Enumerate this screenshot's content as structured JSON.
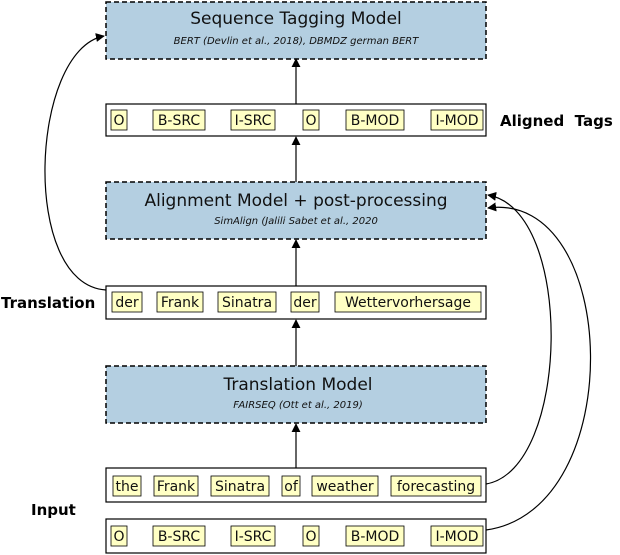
{
  "models": {
    "tagging": {
      "title": "Sequence Tagging Model",
      "subtitle": "BERT (Devlin et al., 2018),  DBMDZ german BERT"
    },
    "alignment": {
      "title": "Alignment Model + post-processing",
      "subtitle": "SimAlign (Jalili Sabet et al., 2020"
    },
    "translation": {
      "title": "Translation Model",
      "subtitle": "FAIRSEQ (Ott et al., 2019)"
    }
  },
  "rows": {
    "aligned_tags": [
      "O",
      "B-SRC",
      "I-SRC",
      "O",
      "B-MOD",
      "I-MOD"
    ],
    "translation": [
      "der",
      "Frank",
      "Sinatra",
      "der",
      "Wettervorhersage"
    ],
    "input_tokens": [
      "the",
      "Frank",
      "Sinatra",
      "of",
      "weather",
      "forecasting"
    ],
    "input_tags": [
      "O",
      "B-SRC",
      "I-SRC",
      "O",
      "B-MOD",
      "I-MOD"
    ]
  },
  "labels": {
    "aligned_tags": "Aligned  Tags",
    "translation": "Translation",
    "input": "Input"
  },
  "colors": {
    "model_fill": "#b4cfe1",
    "token_fill": "#ffffc4",
    "stroke": "#000000"
  }
}
